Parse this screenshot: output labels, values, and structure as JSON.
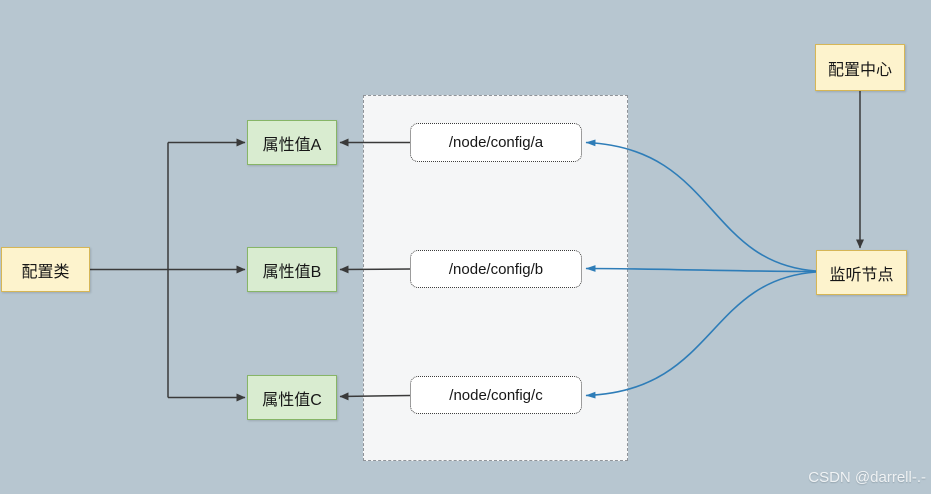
{
  "diagram": {
    "nodes": {
      "config_class": {
        "label": "配置类"
      },
      "prop_a": {
        "label": "属性值A"
      },
      "prop_b": {
        "label": "属性值B"
      },
      "prop_c": {
        "label": "属性值C"
      },
      "node_a": {
        "label": "/node/config/a"
      },
      "node_b": {
        "label": "/node/config/b"
      },
      "node_c": {
        "label": "/node/config/c"
      },
      "config_center": {
        "label": "配置中心"
      },
      "listen_node": {
        "label": "监听节点"
      }
    },
    "colors": {
      "background": "#b7c6d0",
      "yellow_fill": "#fdf3cd",
      "yellow_border": "#d6b656",
      "green_fill": "#d9ecd0",
      "green_border": "#87b567",
      "zone_fill": "#f5f6f7",
      "edge_black": "#3a3a3a",
      "edge_blue": "#2e7db8"
    }
  },
  "watermark": {
    "text": "CSDN @darrell-.-"
  }
}
